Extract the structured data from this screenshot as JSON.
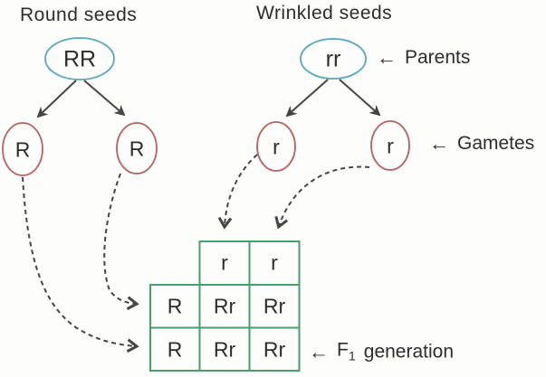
{
  "colors": {
    "bg": "#fdfdfc",
    "text": "#2d2d2d",
    "arrow": "#454545",
    "parent_outline": "#53aabb",
    "gamete_outline": "#bb6060",
    "grid": "#44a06c"
  },
  "titles": {
    "left": "Round seeds",
    "right": "Wrinkled seeds"
  },
  "parents": {
    "left_genotype": "RR",
    "right_genotype": "rr"
  },
  "gametes": {
    "left": [
      "R",
      "R"
    ],
    "right": [
      "r",
      "r"
    ]
  },
  "labels": {
    "parents": {
      "arrow": "←",
      "text": "Parents"
    },
    "gametes": {
      "arrow": "←",
      "text": "Gametes"
    },
    "f1": {
      "arrow": "←",
      "name": "F",
      "subscript": "1",
      "text": "generation"
    }
  },
  "punnett": {
    "col_headers": [
      "r",
      "r"
    ],
    "rows": [
      {
        "header": "R",
        "cells": [
          "Rr",
          "Rr"
        ]
      },
      {
        "header": "R",
        "cells": [
          "Rr",
          "Rr"
        ]
      }
    ]
  }
}
